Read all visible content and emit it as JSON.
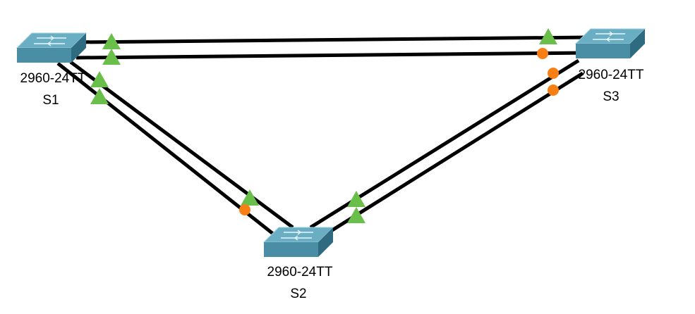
{
  "colors": {
    "background": "#ffffff",
    "link": "#000000",
    "forwarding": "#6abf4b",
    "blocking": "#f77f14",
    "switch_top": "#6aaec3",
    "switch_front": "#4a8ea6",
    "switch_side": "#2f6b80"
  },
  "devices": [
    {
      "id": "S1",
      "model": "2960-24TT",
      "hostname": "S1",
      "icon": "switch-icon"
    },
    {
      "id": "S2",
      "model": "2960-24TT",
      "hostname": "S2",
      "icon": "switch-icon"
    },
    {
      "id": "S3",
      "model": "2960-24TT",
      "hostname": "S3",
      "icon": "switch-icon"
    }
  ],
  "links": [
    {
      "id": "s1-s3-a",
      "from": "S1",
      "to": "S3",
      "from_status": "forwarding",
      "to_status": "forwarding"
    },
    {
      "id": "s1-s3-b",
      "from": "S1",
      "to": "S3",
      "from_status": "forwarding",
      "to_status": "blocking"
    },
    {
      "id": "s1-s2-a",
      "from": "S1",
      "to": "S2",
      "from_status": "forwarding",
      "to_status": "forwarding"
    },
    {
      "id": "s1-s2-b",
      "from": "S1",
      "to": "S2",
      "from_status": "forwarding",
      "to_status": "blocking"
    },
    {
      "id": "s3-s2-a",
      "from": "S3",
      "to": "S2",
      "from_status": "blocking",
      "to_status": "forwarding"
    },
    {
      "id": "s3-s2-b",
      "from": "S3",
      "to": "S2",
      "from_status": "blocking",
      "to_status": "forwarding"
    }
  ]
}
